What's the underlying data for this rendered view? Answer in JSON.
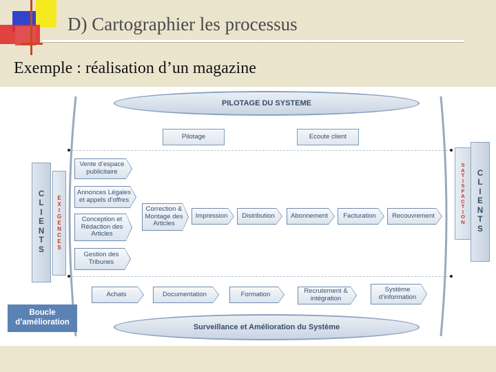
{
  "slide": {
    "title": "D)  Cartographier les processus",
    "subtitle": "Exemple : réalisation d’un magazine"
  },
  "diagram": {
    "pilotage_banner": "PILOTAGE DU SYSTEME",
    "surveillance_banner": "Surveillance et Amélioration du Système",
    "top_processes": [
      "Pilotage",
      "Ecoute client"
    ],
    "left_processes": [
      "Vente d’espace publicitaire",
      "Annonces Légales et appels d’offres",
      "Conception et Rédaction des Articles",
      "Gestion des Tribunes"
    ],
    "core_chain": [
      "Correction & Montage des Articles",
      "Impression",
      "Distribution",
      "Abonnement",
      "Facturation",
      "Recouvrement"
    ],
    "support_processes": [
      "Achats",
      "Documentation",
      "Formation",
      "Recrutement & intégration",
      "Système d’information"
    ],
    "left_clients": [
      "C",
      "L",
      "I",
      "E",
      "N",
      "T",
      "S"
    ],
    "left_exigences": [
      "E",
      "X",
      "I",
      "G",
      "E",
      "N",
      "C",
      "E",
      "S"
    ],
    "right_satisfaction": [
      "S",
      "A",
      "T",
      "I",
      "S",
      "F",
      "A",
      "C",
      "T",
      "I",
      "O",
      "N"
    ],
    "right_clients": [
      "C",
      "L",
      "I",
      "E",
      "N",
      "T",
      "S"
    ],
    "boucle": "Boucle d’amélioration"
  },
  "colors": {
    "background": "#ede6cf",
    "box_border": "#7f9ab8",
    "box_text": "#344e6e",
    "exigences_text": "#c0392b",
    "boucle_bg": "#5a82b4"
  }
}
